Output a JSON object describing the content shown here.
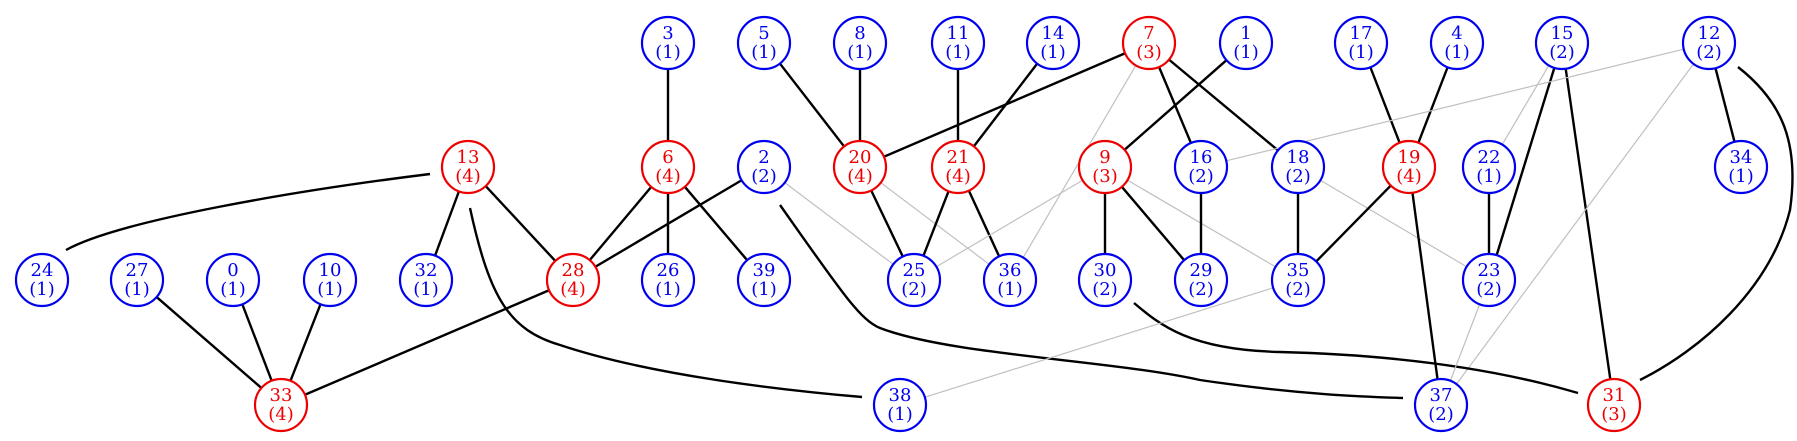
{
  "colors": {
    "normal": "#0000ee",
    "highlight": "#ee0000",
    "strong_edge": "#000000",
    "weak_edge": "#c0c0c0"
  },
  "nodes": [
    {
      "id": "3",
      "deg": "(1)",
      "hl": false
    },
    {
      "id": "5",
      "deg": "(1)",
      "hl": false
    },
    {
      "id": "8",
      "deg": "(1)",
      "hl": false
    },
    {
      "id": "11",
      "deg": "(1)",
      "hl": false
    },
    {
      "id": "14",
      "deg": "(1)",
      "hl": false
    },
    {
      "id": "7",
      "deg": "(3)",
      "hl": true
    },
    {
      "id": "1",
      "deg": "(1)",
      "hl": false
    },
    {
      "id": "17",
      "deg": "(1)",
      "hl": false
    },
    {
      "id": "4",
      "deg": "(1)",
      "hl": false
    },
    {
      "id": "15",
      "deg": "(2)",
      "hl": false
    },
    {
      "id": "12",
      "deg": "(2)",
      "hl": false
    },
    {
      "id": "13",
      "deg": "(4)",
      "hl": true
    },
    {
      "id": "6",
      "deg": "(4)",
      "hl": true
    },
    {
      "id": "2",
      "deg": "(2)",
      "hl": false
    },
    {
      "id": "20",
      "deg": "(4)",
      "hl": true
    },
    {
      "id": "21",
      "deg": "(4)",
      "hl": true
    },
    {
      "id": "9",
      "deg": "(3)",
      "hl": true
    },
    {
      "id": "16",
      "deg": "(2)",
      "hl": false
    },
    {
      "id": "18",
      "deg": "(2)",
      "hl": false
    },
    {
      "id": "19",
      "deg": "(4)",
      "hl": true
    },
    {
      "id": "22",
      "deg": "(1)",
      "hl": false
    },
    {
      "id": "34",
      "deg": "(1)",
      "hl": false
    },
    {
      "id": "24",
      "deg": "(1)",
      "hl": false
    },
    {
      "id": "27",
      "deg": "(1)",
      "hl": false
    },
    {
      "id": "0",
      "deg": "(1)",
      "hl": false
    },
    {
      "id": "10",
      "deg": "(1)",
      "hl": false
    },
    {
      "id": "32",
      "deg": "(1)",
      "hl": false
    },
    {
      "id": "28",
      "deg": "(4)",
      "hl": true
    },
    {
      "id": "26",
      "deg": "(1)",
      "hl": false
    },
    {
      "id": "39",
      "deg": "(1)",
      "hl": false
    },
    {
      "id": "25",
      "deg": "(2)",
      "hl": false
    },
    {
      "id": "36",
      "deg": "(1)",
      "hl": false
    },
    {
      "id": "30",
      "deg": "(2)",
      "hl": false
    },
    {
      "id": "29",
      "deg": "(2)",
      "hl": false
    },
    {
      "id": "35",
      "deg": "(2)",
      "hl": false
    },
    {
      "id": "23",
      "deg": "(2)",
      "hl": false
    },
    {
      "id": "33",
      "deg": "(4)",
      "hl": true
    },
    {
      "id": "38",
      "deg": "(1)",
      "hl": false
    },
    {
      "id": "37",
      "deg": "(2)",
      "hl": false
    },
    {
      "id": "31",
      "deg": "(3)",
      "hl": true
    }
  ],
  "edges": [
    {
      "from": "3",
      "to": "6",
      "strong": true
    },
    {
      "from": "5",
      "to": "20",
      "strong": true
    },
    {
      "from": "8",
      "to": "20",
      "strong": true
    },
    {
      "from": "11",
      "to": "21",
      "strong": true
    },
    {
      "from": "14",
      "to": "21",
      "strong": true
    },
    {
      "from": "7",
      "to": "20",
      "strong": true
    },
    {
      "from": "7",
      "to": "16",
      "strong": true
    },
    {
      "from": "7",
      "to": "18",
      "strong": true
    },
    {
      "from": "7",
      "to": "36",
      "strong": false
    },
    {
      "from": "1",
      "to": "9",
      "strong": true
    },
    {
      "from": "17",
      "to": "19",
      "strong": true
    },
    {
      "from": "4",
      "to": "19",
      "strong": true
    },
    {
      "from": "15",
      "to": "22",
      "strong": false
    },
    {
      "from": "15",
      "to": "23",
      "strong": true
    },
    {
      "from": "15",
      "to": "31",
      "strong": true
    },
    {
      "from": "12",
      "to": "34",
      "strong": true
    },
    {
      "from": "12",
      "to": "31",
      "strong": true
    },
    {
      "from": "12",
      "to": "16",
      "strong": false
    },
    {
      "from": "12",
      "to": "37",
      "strong": false
    },
    {
      "from": "13",
      "to": "24",
      "strong": true
    },
    {
      "from": "13",
      "to": "32",
      "strong": true
    },
    {
      "from": "13",
      "to": "28",
      "strong": true
    },
    {
      "from": "13",
      "to": "38",
      "strong": true
    },
    {
      "from": "6",
      "to": "28",
      "strong": true
    },
    {
      "from": "6",
      "to": "26",
      "strong": true
    },
    {
      "from": "6",
      "to": "39",
      "strong": true
    },
    {
      "from": "2",
      "to": "28",
      "strong": true
    },
    {
      "from": "2",
      "to": "25",
      "strong": false
    },
    {
      "from": "2",
      "to": "37",
      "strong": true
    },
    {
      "from": "20",
      "to": "25",
      "strong": true
    },
    {
      "from": "20",
      "to": "36",
      "strong": false
    },
    {
      "from": "21",
      "to": "25",
      "strong": true
    },
    {
      "from": "21",
      "to": "36",
      "strong": true
    },
    {
      "from": "9",
      "to": "30",
      "strong": true
    },
    {
      "from": "9",
      "to": "29",
      "strong": true
    },
    {
      "from": "9",
      "to": "25",
      "strong": false
    },
    {
      "from": "9",
      "to": "35",
      "strong": false
    },
    {
      "from": "16",
      "to": "29",
      "strong": true
    },
    {
      "from": "18",
      "to": "35",
      "strong": true
    },
    {
      "from": "18",
      "to": "23",
      "strong": false
    },
    {
      "from": "19",
      "to": "35",
      "strong": true
    },
    {
      "from": "19",
      "to": "37",
      "strong": true
    },
    {
      "from": "22",
      "to": "23",
      "strong": true
    },
    {
      "from": "27",
      "to": "33",
      "strong": true
    },
    {
      "from": "0",
      "to": "33",
      "strong": true
    },
    {
      "from": "10",
      "to": "33",
      "strong": true
    },
    {
      "from": "28",
      "to": "33",
      "strong": true
    },
    {
      "from": "30",
      "to": "31",
      "strong": true
    },
    {
      "from": "35",
      "to": "38",
      "strong": false
    },
    {
      "from": "23",
      "to": "37",
      "strong": false
    }
  ]
}
